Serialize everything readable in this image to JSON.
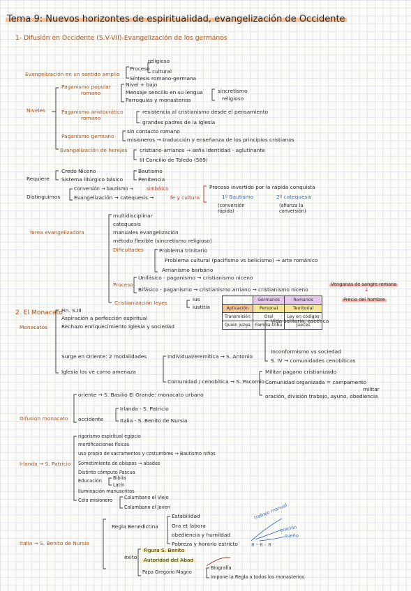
{
  "title": "Tema 9: Nuevos horizontes de espiritualidad, evangelización de Occidente",
  "section1": "1- Difusión en Occidente (S.V-VII)-Evangelización de los germanos",
  "evangelizacion": {
    "label": "Evangelización en un sentido amplio",
    "proceso": "Proceso",
    "religioso": "religioso",
    "cultural": "cultural",
    "sintesis": "Síntesis romano-germana"
  },
  "niveles": {
    "label": "Niveles",
    "pag_popular": "Paganismo popular",
    "romano": "romano",
    "nivel_bajo": "Nivel + bajo",
    "mensaje": "Mensaje sencillo en su lengua",
    "parroquias": "Parroquias y monasterios",
    "sincretismo": "sincretismo",
    "sinc_religioso": "religioso",
    "pag_aristo": "Paganismo aristocrático",
    "romano2": "romano",
    "resistencia": "resistencia al cristianismo desde el pensamiento",
    "grandes": "grandes padres de la Iglesia",
    "pag_germano": "Paganismo germano",
    "sin_contacto": "sin contacto romano",
    "misioneros": "misioneros → traducción y enseñanza de los principios cristianos",
    "herejes": "Evangelización de herejes",
    "cristiano_arrianos": "cristiano-arrianos → seña identidad - aglutinante",
    "concilio": "III Concilio de Toledo (589)"
  },
  "requiere": {
    "label": "Requiere",
    "credo": "Credo Niceno",
    "sistema": "Sistema litúrgico básico",
    "bautismo": "Bautismo",
    "penitencia": "Penitencia"
  },
  "distinguimos": {
    "label": "Distinguimos",
    "conversion": "Conversión → bautismo →",
    "simbolico": "simbólico",
    "evangelizacion": "Evangelización → catequesis →",
    "fe": "fe y cultura",
    "proceso_invertido": "Proceso invertido por la rápida conquista",
    "bautismo1": "1º Bautismo",
    "catequesis2": "2º catequesis",
    "conversion_rapida": "(conversión rápida)",
    "afianza": "(afianza la conversión)"
  },
  "tarea": {
    "label": "Tarea evangelizadora",
    "multi": "multidisciplinar",
    "catequesis": "catequesis",
    "manuales": "manuales evangelización",
    "metodo": "método flexible (sincretismo religioso)",
    "dificultades": "Dificultades",
    "trinitario": "Problema trinitario",
    "cultural": "Problema cultural (pacifismo vs belicismo) → arte románico",
    "arrianismo": "Arrianismo barbário",
    "proceso": "Proceso",
    "unifasico": "Unifásico - paganismo → cristianismo niceno",
    "bifasico": "Bifásico - paganismo → cristianismo arriano → cristianismo niceno",
    "cristianizacion": "Cristianización leyes",
    "ius": "ius",
    "iustitia": "iustitia"
  },
  "mini_table": {
    "header": [
      "",
      "Germanos",
      "Romanos"
    ],
    "rows": [
      [
        "Aplicación",
        "Personal",
        "Territorial"
      ],
      [
        "Transmisión",
        "Oral",
        "Ley en códigos"
      ],
      [
        "Quién juzga",
        "Familia-tribu",
        "Jueces"
      ]
    ]
  },
  "venganza": {
    "main": "Venganza de sangre romana",
    "precio": "Precio del hombre"
  },
  "section2": "2. El Monacato",
  "monacato": {
    "label": "Monacatos",
    "fin": "Fin. S.III",
    "aspiracion": "Aspiración a perfección espiritual",
    "rechazo": "Rechazo enriquecimiento Iglesia y sociedad",
    "surge": "Surge en Oriente: 2 modalidades",
    "iglesia": "Iglesia los ve como amenaza",
    "individual": "Individual/eremítica → S. Antonio",
    "vida": "Vida solitaria, ascética",
    "inconformismo": "Inconformismo vs sociedad",
    "siv": "S. IV → comunidades cenobíticas",
    "comunidad": "Comunidad / cenobítica → S. Pacomio",
    "militar": "Militar pagano cristianizado",
    "comunidad_org": "Comunidad organizada = campamento",
    "militar2": "militar",
    "oracion": "oración, división trabajo, ayuno, obediencia"
  },
  "difusion": {
    "label": "Difusión monacato",
    "oriente": "oriente → S. Basilio El Grande: monacato urbano",
    "occidente": "occidente",
    "irlanda": "Irlanda - S. Patricio",
    "italia": "Italia - S. Benito de Nursia"
  },
  "irlanda": {
    "label": "Irlanda → S. Patricio",
    "rigorismo": "rigorismo espiritual egipcio",
    "mortificaciones": "mortificaciones físicas",
    "uso": "uso propio de sacramentos y costumbres → Bautismo niños",
    "sometimiento": "Sometimiento de obispos → abades",
    "distinto": "Distinto cómputo Pascua",
    "educacion": "Educación",
    "biblia": "Biblia",
    "latin": "Latín",
    "iluminacion": "Iluminación manuscritos",
    "celo": "Celo misionero",
    "columbano": "Columbano el Viejo",
    "columbano2": "Columbano el Joven"
  },
  "italia": {
    "label": "Italia → S. Benito de Nursia",
    "regla": "Regla Benedictina",
    "estabilidad": "Estabilidad",
    "ora": "Ora et labora",
    "obediencia": "obediencia y humildad",
    "pobreza": "Pobreza y horario estricto",
    "trabajo": "trabajo manual",
    "oracion": "oración",
    "sueno": "sueño",
    "ocho": "8 - 8 - 8",
    "exito": "éxito",
    "figura": "Figura S. Benito",
    "autoridad": "Autoridad del Abad",
    "papa": "Papa Gregorio Magno",
    "biografia": "Biografía",
    "impone": "Impone la Regla a todos los monasterios"
  }
}
